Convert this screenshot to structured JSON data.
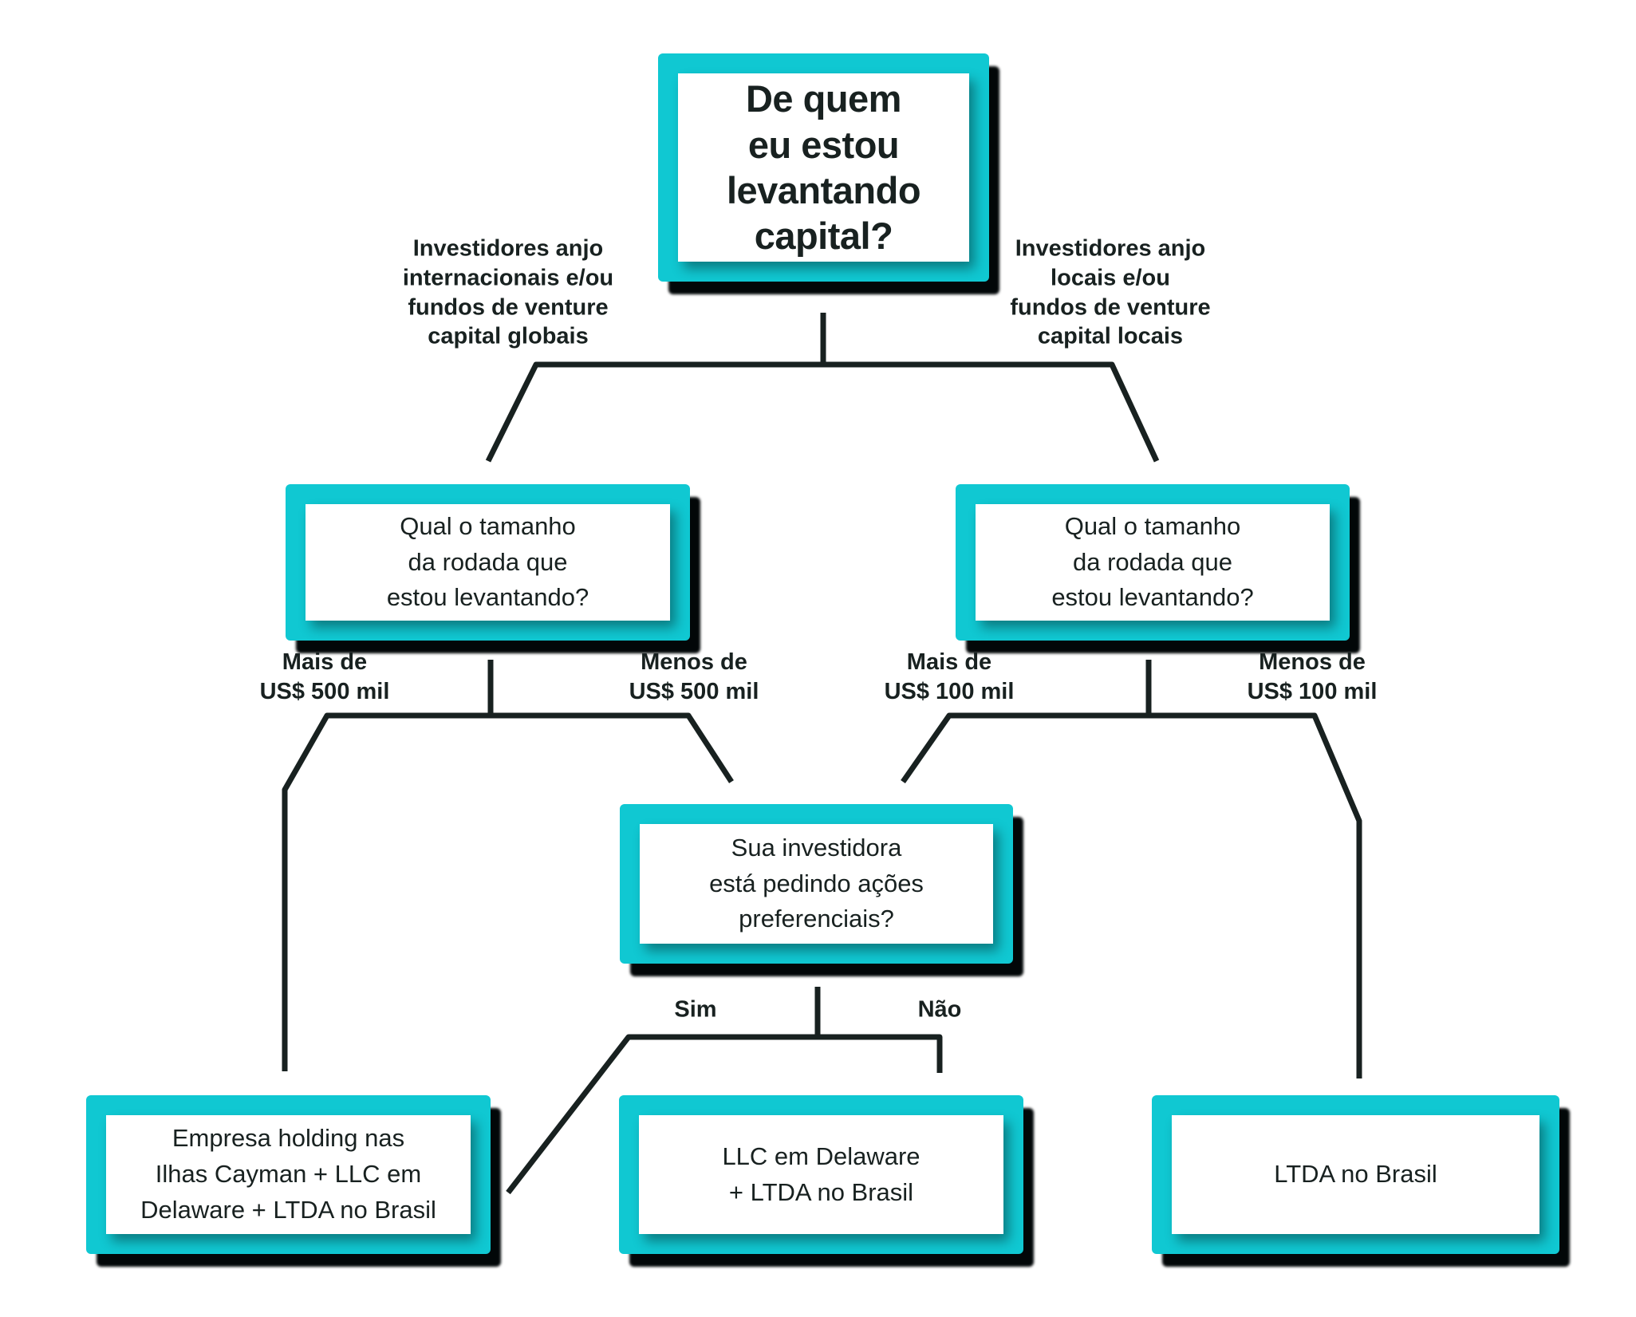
{
  "palette": {
    "teal": "#10c8d2",
    "ink": "#182120",
    "shadow": "#020708",
    "bg": "#ffffff"
  },
  "nodes": {
    "root": {
      "label": "De quem\neu estou\nlevantando\ncapital?"
    },
    "round_size_left": {
      "label": "Qual o tamanho\nda rodada que\nestou levantando?"
    },
    "round_size_right": {
      "label": "Qual o tamanho\nda rodada que\nestou levantando?"
    },
    "preferred_shares": {
      "label": "Sua investidora\nestá pedindo ações\npreferenciais?"
    },
    "cayman_holding": {
      "label": "Empresa holding nas\nIlhas Cayman + LLC em\nDelaware + LTDA no Brasil"
    },
    "delaware_llc": {
      "label": "LLC em Delaware\n+ LTDA no Brasil"
    },
    "ltda_brasil": {
      "label": "LTDA no Brasil"
    }
  },
  "edge_labels": {
    "international_investors": "Investidores anjo\ninternacionais e/ou\nfundos de venture\ncapital globais",
    "local_investors": "Investidores anjo\nlocais e/ou\nfundos de venture\ncapital locais",
    "more_500k": "Mais de\nUS$ 500 mil",
    "less_500k": "Menos de\nUS$ 500 mil",
    "more_100k": "Mais de\nUS$ 100 mil",
    "less_100k": "Menos de\nUS$ 100 mil",
    "yes": "Sim",
    "no": "Não"
  },
  "edges": [
    {
      "from": "root",
      "to": "round_size_left",
      "label_key": "international_investors"
    },
    {
      "from": "root",
      "to": "round_size_right",
      "label_key": "local_investors"
    },
    {
      "from": "round_size_left",
      "to": "cayman_holding",
      "label_key": "more_500k"
    },
    {
      "from": "round_size_left",
      "to": "preferred_shares",
      "label_key": "less_500k"
    },
    {
      "from": "round_size_right",
      "to": "preferred_shares",
      "label_key": "more_100k"
    },
    {
      "from": "round_size_right",
      "to": "ltda_brasil",
      "label_key": "less_100k"
    },
    {
      "from": "preferred_shares",
      "to": "cayman_holding",
      "label_key": "yes"
    },
    {
      "from": "preferred_shares",
      "to": "delaware_llc",
      "label_key": "no"
    }
  ]
}
